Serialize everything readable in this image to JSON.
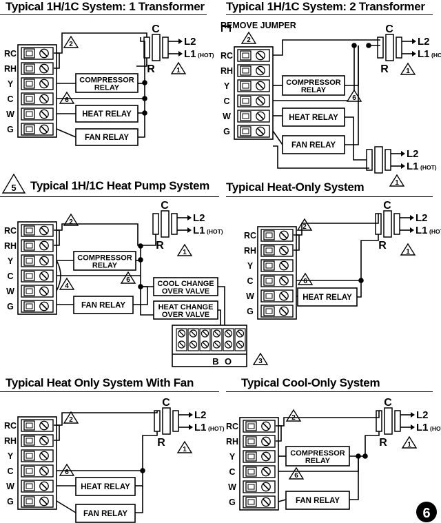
{
  "titles": {
    "d1": "Typical 1H/1C System: 1 Transformer",
    "d2": "Typical 1H/1C System: 2 Transformer",
    "d3": "Typical 1H/1C Heat Pump System",
    "d4": "Typical Heat-Only System",
    "d5": "Typical Heat Only System With Fan",
    "d6": "Typical Cool-Only System"
  },
  "labels": {
    "remove_jumper": "REMOVE JUMPER",
    "compressor_relay_1": "COMPRESSOR",
    "compressor_relay_2": "RELAY",
    "heat_relay": "HEAT RELAY",
    "fan_relay": "FAN RELAY",
    "cool_change_1": "COOL CHANGE",
    "cool_change_2": "OVER VALVE",
    "heat_change_1": "HEAT CHANGE",
    "heat_change_2": "OVER VALVE",
    "b": "B",
    "o": "O",
    "transformer_c": "C",
    "transformer_r": "R",
    "l2": "L2",
    "l1": "L1",
    "hot": "(HOT)"
  },
  "terminals": [
    "RC",
    "RH",
    "Y",
    "C",
    "W",
    "G"
  ],
  "notes": {
    "n1": "1",
    "n2": "2",
    "n3": "3",
    "n4": "4",
    "n5": "5",
    "n6": "6"
  },
  "page_number": "6"
}
